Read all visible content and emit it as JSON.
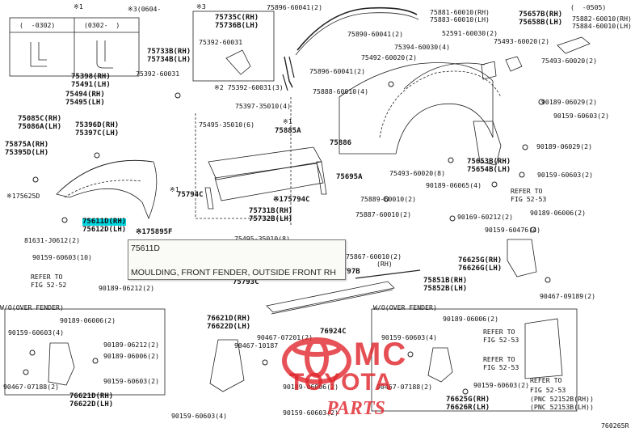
{
  "labels": {
    "l0": "※1",
    "l1": "※3(0604-",
    "l2": "※3",
    "l3": "(  -0302)",
    "l4": "(0302-  )",
    "l5": "75735C(RH)",
    "l6": "75736B(LH)",
    "l7": "75392-60031",
    "l8": "75896-60041(2)",
    "l9": "75890-60041(2)",
    "l10": "75896-60041(2)",
    "l11": "75881-60010(RH)",
    "l12": "75883-60010(LH)",
    "l13": "52591-60030(2)",
    "l14": "75657B(RH)",
    "l15": "75658B(LH)",
    "l16": "75882-60010(RH)",
    "l17": "75884-60010(LH)",
    "l18": "(  -0505)",
    "l19": "75493-60020(2)",
    "l20": "75394-60030(4)",
    "l21": "75492-60020(2)",
    "l22": "75493-60020(2)",
    "l23": "75733B(RH)",
    "l24": "75734B(LH)",
    "l25": "75392-60031",
    "l26": "75398(RH)",
    "l27": "75491(LH)",
    "l28": "75494(RH)",
    "l29": "75495(LH)",
    "l30": "※2 75392-60031(3)",
    "l31": "75888-60010(4)",
    "l32": "90189-06029(2)",
    "l33": "75397-35010(4)",
    "l34": "90159-60603(2)",
    "l35": "75085C(RH)",
    "l36": "75086A(LH)",
    "l37": "75396D(RH)",
    "l38": "75397C(LH)",
    "l39": "75495-35010(6)",
    "l40": "※1",
    "l41": "75885A",
    "l42": "75875A(RH)",
    "l43": "75395D(LH)",
    "l44": "75886",
    "l45": "90189-06029(2)",
    "l46": "75653B(RH)",
    "l47": "75654B(LH)",
    "l48": "75493-60020(8)",
    "l49": "90159-60603(2)",
    "l50": "75695A",
    "l51": "90189-06065(4)",
    "l52": "REFER TO",
    "l53": "FIG 52-53",
    "l54": "※175625D",
    "l55": "※1",
    "l56": "75794C",
    "l57": "※175794C",
    "l58": "75889-60010(2)",
    "l59": "75611D(RH)",
    "l60": "75612D(LH)",
    "l61": "※175895F",
    "l62": "75731B(RH)",
    "l63": "75732B(LH)",
    "l64": "75887-60010(2)",
    "l65": "90169-60212(2)",
    "l66": "90189-06006(2)",
    "l67": "81631-J0612(2)",
    "l68": "75495-35010(8)",
    "l69": "90159-60476(4)",
    "l70": "90159-60603(10)",
    "l71": "75867-60010(2)",
    "l72": "(RH)",
    "l73": "797B",
    "l74": "76625G(RH)",
    "l75": "76626G(LH)",
    "l76": "REFER TO",
    "l77": "FIG 52-52",
    "l78": "90189-06212(2)",
    "l79": "75793C",
    "l80": "75851B(RH)",
    "l81": "75852B(LH)",
    "l82": "90467-09189(2)",
    "l83": "W/O(OVER FENDER)",
    "l84": "90189-06006(2)",
    "l85": "90159-60603(4)",
    "l86": "90189-06212(2)",
    "l87": "90189-06006(2)",
    "l88": "90467-07188(2)",
    "l89": "90159-60603(2)",
    "l90": "76621D(RH)",
    "l91": "76622D(LH)",
    "l92": "76621D(RH)",
    "l93": "76622D(LH)",
    "l94": "90467-07201(2)",
    "l95": "76924C",
    "l96": "90467-10187",
    "l97": "90159-60603(4)",
    "l98": "90189-06006(2)",
    "l99": "90159-60603(2)",
    "l100": "W/O(OVER FENDER)",
    "l101": "90159-60603(4)",
    "l102": "90189-06006(2)",
    "l103": "REFER TO",
    "l104": "FIG 52-53",
    "l105": "REFER TO",
    "l106": "FIG 52-53",
    "l107": "90467-07188(2)",
    "l108": "90159-60603(2)",
    "l109": "REFER TO",
    "l110": "FIG 52-53",
    "l111": "(PNC 52152B(RH))",
    "l112": "(PNC 52153B(LH))",
    "l113": "76625G(RH)",
    "l114": "76626R(LH)",
    "l115": "760265R"
  },
  "tooltip": {
    "code": "75611D",
    "description": "MOULDING, FRONT FENDER, OUTSIDE FRONT RH"
  },
  "watermark": {
    "line1": "MC",
    "line2": "TOYOTA",
    "line3": "PARTS"
  },
  "colors": {
    "highlight": "#00d6e0",
    "watermark": "#e0282e"
  }
}
